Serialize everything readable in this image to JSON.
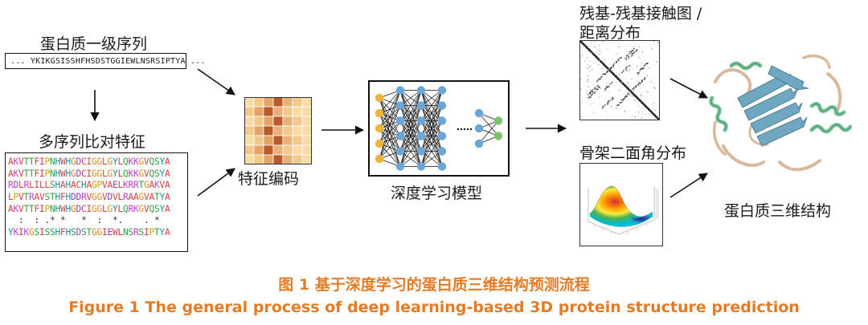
{
  "labels": {
    "sequence": "蛋白质一级序列",
    "msa": "多序列比对特征",
    "encoding": "特征编码",
    "model": "深度学习模型",
    "contact_line1": "残基-残基接触图 /",
    "contact_line2": "距离分布",
    "torsion": "骨架二面角分布",
    "structure": "蛋白质三维结构"
  },
  "sequence_text": "... YKIKGSISSHFHSDSTGGIEWLNSRSIPTYA ...",
  "msa_rows": [
    "AKVTTFIPNHWHGDCIGGLGYLQKKGVQSYA",
    "AKVTTFIPNHWHGDCIGGLGYLQKKGVQSYA",
    "RDLRLILLSHAHACHAGPVAELKRRTGAKVA",
    "LPVTRAVSTHFHDDRVGGVDVLRAAGVATYA",
    "AKVTTFIPNHWHGDCIGGLGYLQRKGVQSYA",
    "  :  : .* *   *  :  *.    . *",
    "YKIKGSISSHFHSDSTGGIEWLNSRSIPTYA"
  ],
  "caption_cn": "图 1  基于深度学习的蛋白质三维结构预测流程",
  "caption_en": "Figure 1  The general process of deep learning-based 3D protein structure prediction",
  "colors": {
    "caption": "#e57b24",
    "input_node": "#f0b43c",
    "hidden_node": "#6aa7d8",
    "output_node": "#7cc46b",
    "helix": "#7cc29a",
    "sheet": "#6fa7c0",
    "loop": "#d9b89c"
  }
}
